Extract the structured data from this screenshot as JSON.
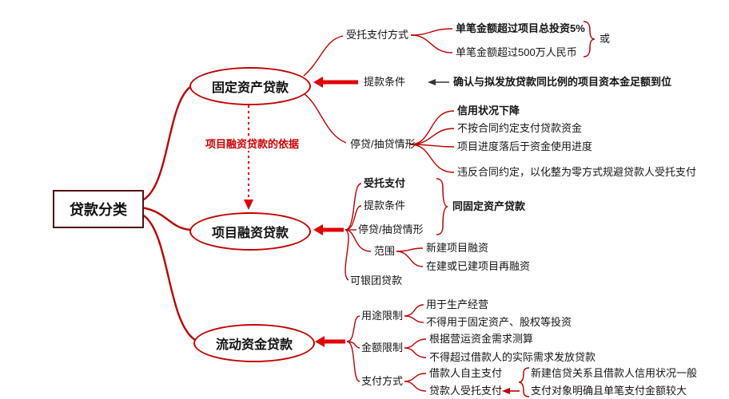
{
  "colors": {
    "line": "#c00000",
    "thick_arrow": "#e00000",
    "node_border": "#c40000",
    "text": "#141414",
    "note_red": "#d40000"
  },
  "root": {
    "label": "贷款分类"
  },
  "dotted_note": "项目融资贷款的依据",
  "fixed_branch": {
    "node": "固定资产贷款",
    "entrusted": {
      "label": "受托支付方式",
      "item1": "单笔金额超过项目总投资5%",
      "or": "或",
      "item2": "单笔金额超过500万人民币"
    },
    "drawdown": {
      "label": "提款条件",
      "note": "确认与拟发放贷款同比例的项目资本金足额到位"
    },
    "stop": {
      "label": "停贷/抽贷情形",
      "item1": "信用状况下降",
      "item2": "不按合同约定支付贷款资金",
      "item3": "项目进度落后于资金使用进度",
      "item4": "违反合同约定，以化整为零方式规避贷款人受托支付"
    }
  },
  "project_branch": {
    "node": "项目融资贷款",
    "item1": "受托支付",
    "item2": "提款条件",
    "item3": "停贷/抽贷情形",
    "same_as": "同固定资产贷款",
    "scope": {
      "label": "范围",
      "item1": "新建项目融资",
      "item2": "在建或已建项目再融资"
    },
    "syndicated": "可银团贷款"
  },
  "working_branch": {
    "node": "流动资金贷款",
    "usage": {
      "label": "用途限制",
      "item1": "用于生产经营",
      "item2": "不得用于固定资产、股权等投资"
    },
    "amount": {
      "label": "金额限制",
      "item1": "根据营运资金需求测算",
      "item2": "不得超过借款人的实际需求发放贷款"
    },
    "payment": {
      "label": "支付方式",
      "item1": "借款人自主支付",
      "item2": "贷款人受托支付",
      "note1": "新建信贷关系且借款人信用状况一般",
      "note2": "支付对象明确且单笔支付金额较大"
    }
  }
}
